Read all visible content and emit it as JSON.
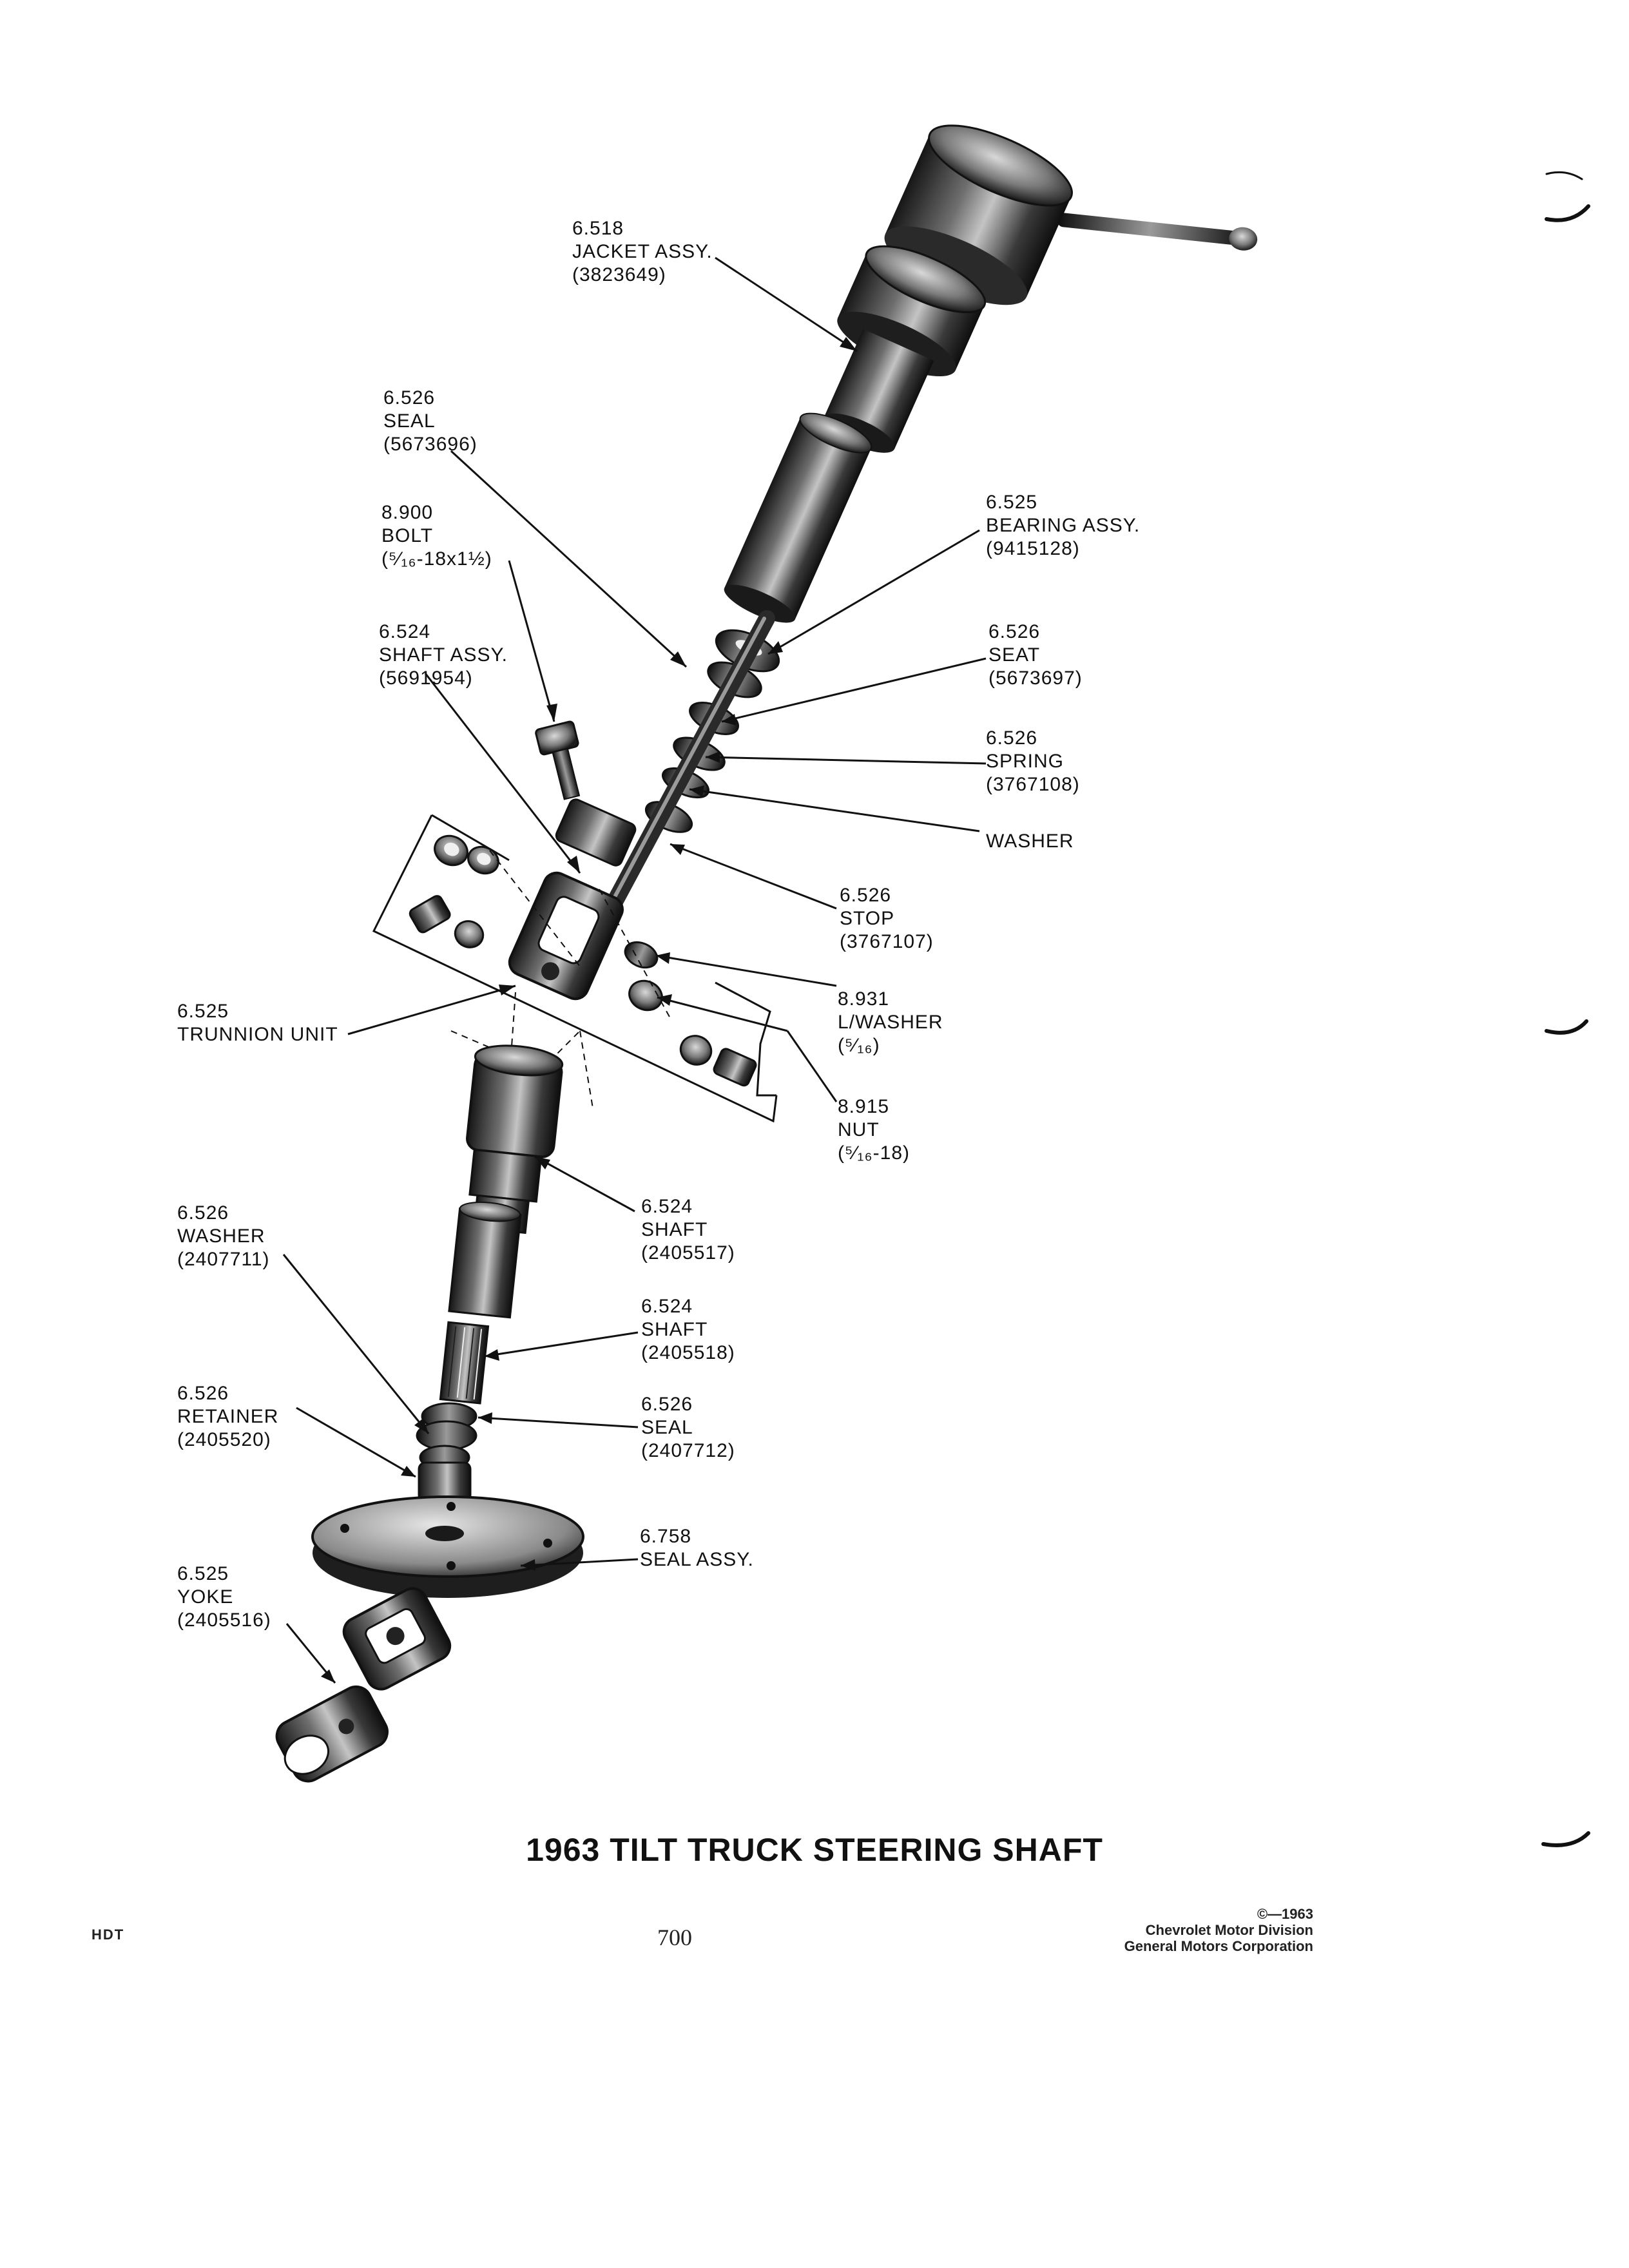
{
  "document": {
    "title": "1963 TILT TRUCK STEERING SHAFT",
    "page_number": "700",
    "series_code": "HDT",
    "copyright": {
      "line1": "©—1963",
      "line2": "Chevrolet Motor Division",
      "line3": "General Motors Corporation"
    }
  },
  "callouts": {
    "jacket_assy": {
      "num": "6.518",
      "name": "JACKET ASSY.",
      "part": "(3823649)"
    },
    "seal_upper": {
      "num": "6.526",
      "name": "SEAL",
      "part": "(5673696)"
    },
    "bolt": {
      "num": "8.900",
      "name": "BOLT",
      "part": "(⁵⁄₁₆-18x1½)"
    },
    "shaft_assy": {
      "num": "6.524",
      "name": "SHAFT ASSY.",
      "part": "(5691954)"
    },
    "bearing_assy": {
      "num": "6.525",
      "name": "BEARING ASSY.",
      "part": "(9415128)"
    },
    "seat": {
      "num": "6.526",
      "name": "SEAT",
      "part": "(5673697)"
    },
    "spring": {
      "num": "6.526",
      "name": "SPRING",
      "part": "(3767108)"
    },
    "washer_plain": {
      "name": "WASHER"
    },
    "stop": {
      "num": "6.526",
      "name": "STOP",
      "part": "(3767107)"
    },
    "trunnion_unit": {
      "num": "6.525",
      "name": "TRUNNION UNIT"
    },
    "lock_washer": {
      "num": "8.931",
      "name": "L/WASHER",
      "part": "(⁵⁄₁₆)"
    },
    "nut": {
      "num": "8.915",
      "name": "NUT",
      "part": "(⁵⁄₁₆-18)"
    },
    "shaft_upper": {
      "num": "6.524",
      "name": "SHAFT",
      "part": "(2405517)"
    },
    "washer_lower": {
      "num": "6.526",
      "name": "WASHER",
      "part": "(2407711)"
    },
    "shaft_lower": {
      "num": "6.524",
      "name": "SHAFT",
      "part": "(2405518)"
    },
    "retainer": {
      "num": "6.526",
      "name": "RETAINER",
      "part": "(2405520)"
    },
    "seal_lower": {
      "num": "6.526",
      "name": "SEAL",
      "part": "(2407712)"
    },
    "seal_assy": {
      "num": "6.758",
      "name": "SEAL ASSY."
    },
    "yoke": {
      "num": "6.525",
      "name": "YOKE",
      "part": "(2405516)"
    }
  },
  "colors": {
    "ink": "#111111",
    "paper": "#ffffff",
    "metal_dark": "#1b1b1b",
    "metal_mid": "#5a5a5a",
    "metal_light": "#b9b9b9"
  }
}
